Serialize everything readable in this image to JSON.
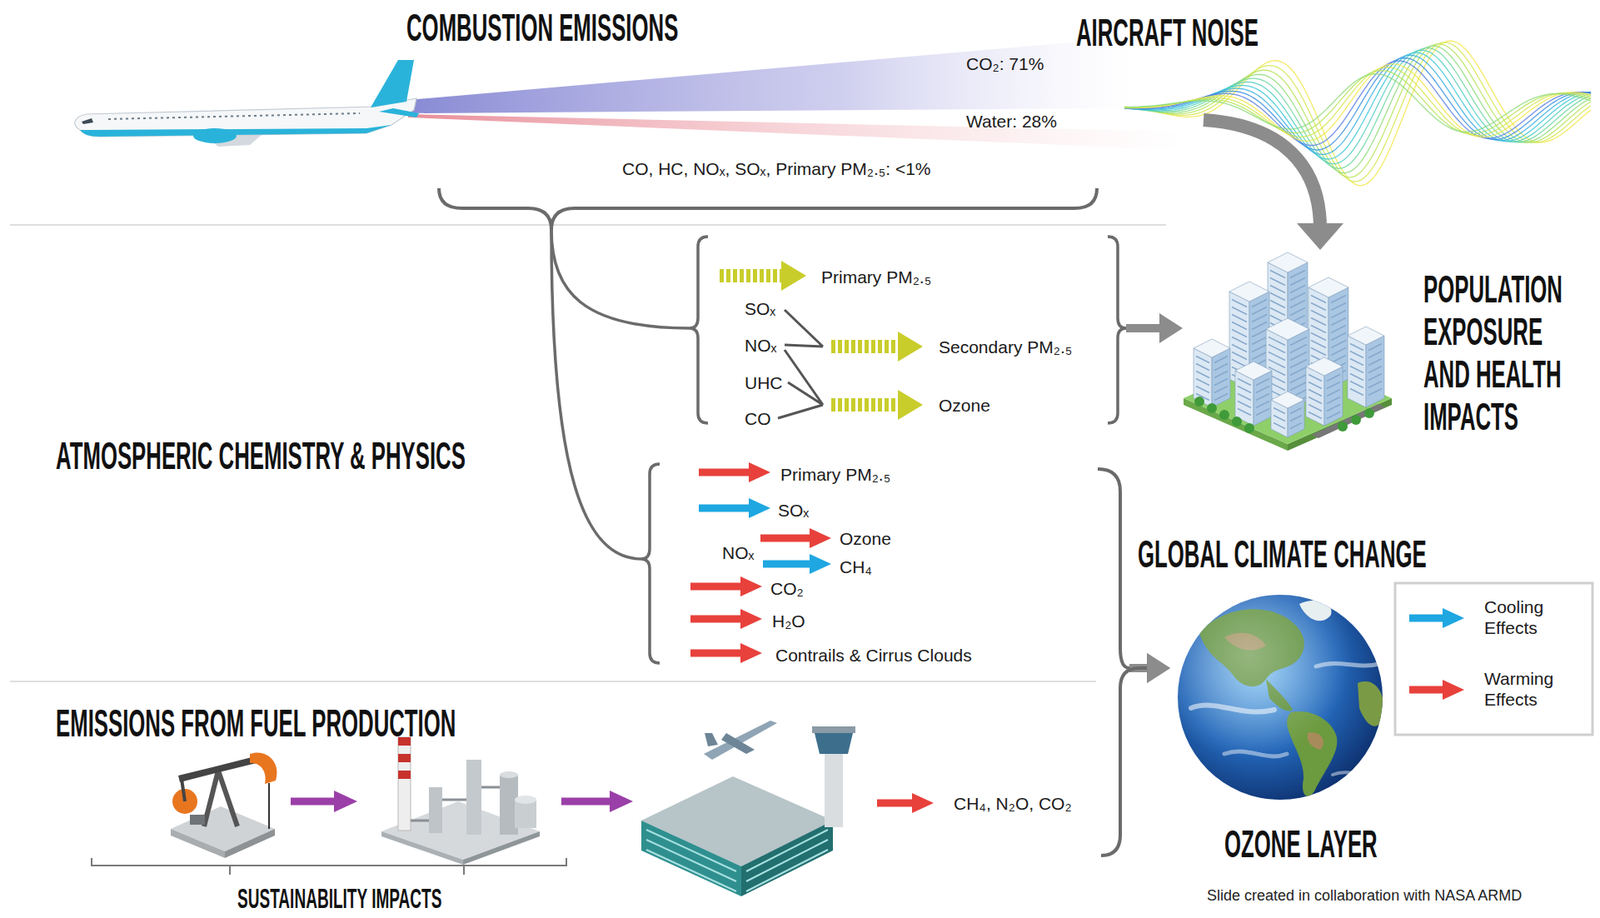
{
  "diagram": {
    "nodes": [
      {
        "text": [
          "COMBUSTION EMISSIONS",
          "CO₂: 71%",
          "Water: 28%",
          "CO, HC, NOₓ, SOₓ, Primary PM₂.₅: <1%"
        ]
      },
      {
        "text": [
          "AIRCRAFT NOISE"
        ]
      },
      {
        "text": [
          "Primary PM₂.₅",
          "SOₓ",
          "NOₓ",
          "UHC",
          "CO",
          "Secondary PM₂.₅",
          "Ozone"
        ]
      },
      {
        "text": [
          "POPULATION EXPOSURE AND HEALTH IMPACTS"
        ]
      },
      {
        "text": [
          "Primary PM₂.₅",
          "SOₓ",
          "Ozone",
          "NOₓ",
          "CH₄",
          "CO₂",
          "H₂O",
          "Contrails & Cirrus Clouds"
        ]
      },
      {
        "text": [
          "GLOBAL CLIMATE CHANGE",
          "OZONE LAYER"
        ]
      },
      {
        "text": [
          "EMISSIONS FROM FUEL PRODUCTION",
          "SUSTAINABILITY IMPACTS",
          "CH₄, N₂O, CO₂"
        ]
      }
    ],
    "edges": [
      {
        "from": 0,
        "to": 2,
        "arrow": "none"
      },
      {
        "from": 0,
        "to": 4,
        "arrow": "none"
      },
      {
        "from": 1,
        "to": 3,
        "arrow": "to"
      },
      {
        "from": 2,
        "to": 3,
        "arrow": "to"
      },
      {
        "from": 4,
        "to": 5,
        "arrow": "to"
      },
      {
        "from": 6,
        "to": 5,
        "arrow": "to"
      }
    ],
    "labels": [
      "ATMOSPHERIC CHEMISTRY & PHYSICS",
      "Slide created in collaboration with NASA ARMD"
    ],
    "legend": [
      {
        "text": "Cooling Effects",
        "color": "#1ea7e1"
      },
      {
        "text": "Warming Effects",
        "color": "#e8413c"
      }
    ]
  }
}
